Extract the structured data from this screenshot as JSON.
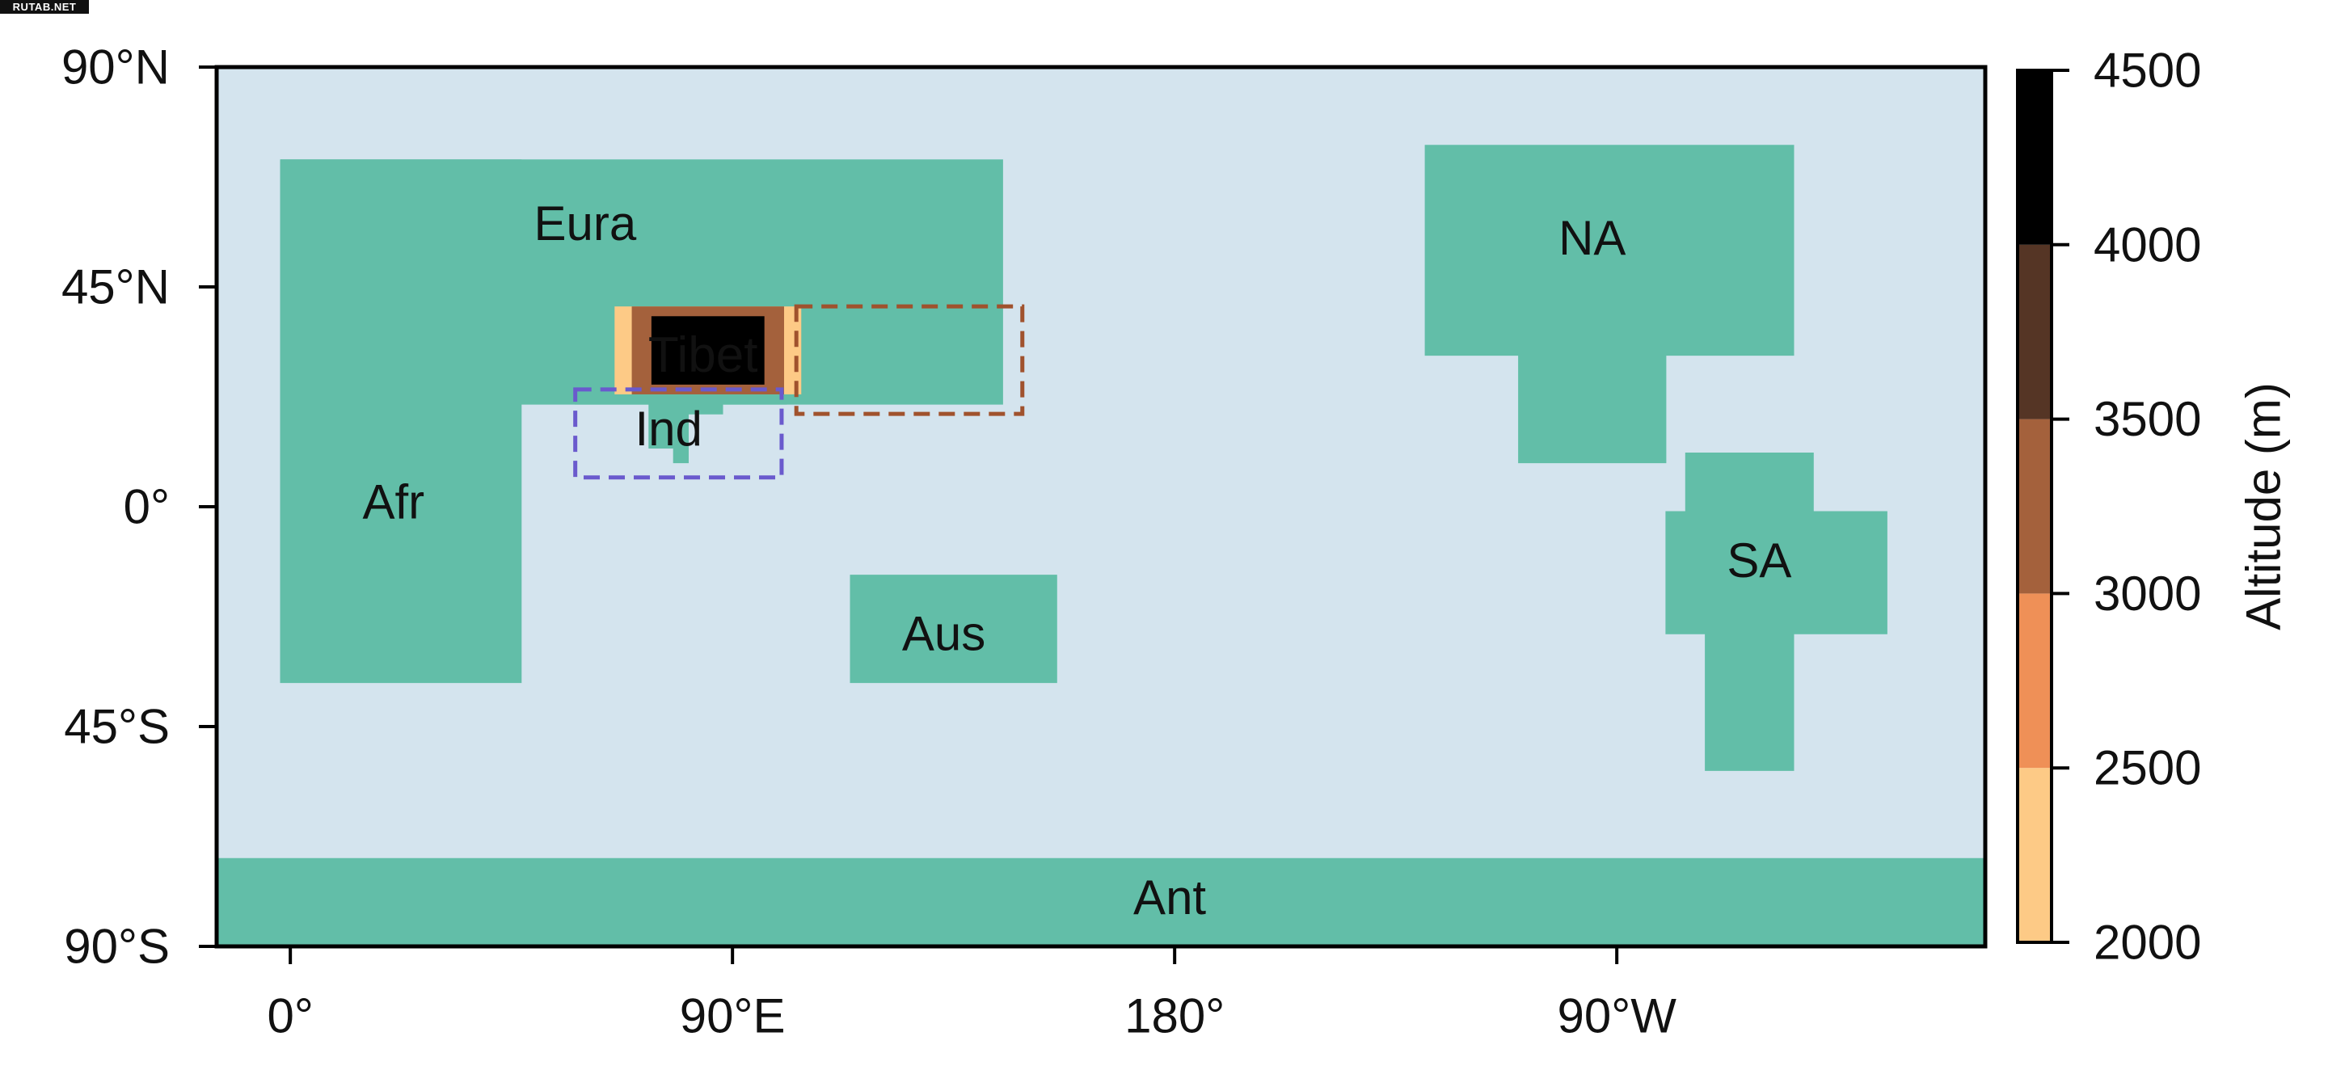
{
  "watermark": "RUTAB.NET",
  "chart_data": {
    "type": "map",
    "projection": "equirectangular",
    "lon_range": [
      -15,
      345
    ],
    "lat_range": [
      -90,
      90
    ],
    "ocean_color": "#d4e4ee",
    "land_color": "#62bea8",
    "x_ticks": [
      {
        "value": 0,
        "label": "0°"
      },
      {
        "value": 90,
        "label": "90°E"
      },
      {
        "value": 180,
        "label": "180°"
      },
      {
        "value": 270,
        "label": "90°W"
      }
    ],
    "y_ticks": [
      {
        "value": 90,
        "label": "90°N"
      },
      {
        "value": 45,
        "label": "45°N"
      },
      {
        "value": 0,
        "label": "0°"
      },
      {
        "value": -45,
        "label": "45°S"
      },
      {
        "value": -90,
        "label": "90°S"
      }
    ],
    "continents": [
      {
        "name": "Eura",
        "label_at": [
          60,
          58
        ],
        "label_color": "#111111",
        "polygons": [
          [
            [
              -2,
              71
            ],
            [
              145,
              71
            ],
            [
              145,
              21
            ],
            [
              47,
              21
            ],
            [
              47,
              71
            ]
          ]
        ]
      },
      {
        "name": "Afr",
        "label_at": [
          21,
          1
        ],
        "label_color": "#111111",
        "polygons": [
          [
            [
              -2,
              71
            ],
            [
              47,
              71
            ],
            [
              47,
              -36
            ],
            [
              -2,
              -36
            ]
          ]
        ]
      },
      {
        "name": "Ind",
        "label_at": [
          77,
          16
        ],
        "label_color": "#111111",
        "polygons": [
          [
            [
              58,
              23
            ],
            [
              101,
              23
            ],
            [
              101,
              21
            ],
            [
              88,
              21
            ],
            [
              88,
              19
            ],
            [
              81,
              19
            ],
            [
              81,
              9
            ],
            [
              78,
              9
            ],
            [
              78,
              12
            ],
            [
              73,
              12
            ],
            [
              73,
              21
            ],
            [
              58,
              21
            ]
          ]
        ]
      },
      {
        "name": "NA",
        "label_at": [
          265,
          55
        ],
        "label_color": "#111111",
        "polygons": [
          [
            [
              231,
              74
            ],
            [
              306,
              74
            ],
            [
              306,
              31
            ],
            [
              280,
              31
            ],
            [
              280,
              9
            ],
            [
              250,
              9
            ],
            [
              250,
              31
            ],
            [
              231,
              31
            ]
          ]
        ]
      },
      {
        "name": "SA",
        "label_at": [
          299,
          -11
        ],
        "label_color": "#111111",
        "polygons": [
          [
            [
              284,
              11
            ],
            [
              310,
              11
            ],
            [
              310,
              -1
            ],
            [
              325,
              -1
            ],
            [
              325,
              -26
            ],
            [
              306,
              -26
            ],
            [
              306,
              -54
            ],
            [
              288,
              -54
            ],
            [
              288,
              -26
            ],
            [
              280,
              -26
            ],
            [
              280,
              -1
            ],
            [
              284,
              -1
            ]
          ]
        ]
      },
      {
        "name": "Aus",
        "label_at": [
          133,
          -26
        ],
        "label_color": "#111111",
        "polygons": [
          [
            [
              114,
              -14
            ],
            [
              156,
              -14
            ],
            [
              156,
              -36
            ],
            [
              114,
              -36
            ]
          ]
        ]
      },
      {
        "name": "Ant",
        "label_at": [
          179,
          -80
        ],
        "label_color": "#111111",
        "polygons": [
          [
            [
              -15,
              -72
            ],
            [
              345,
              -72
            ],
            [
              345,
              -90
            ],
            [
              -15,
              -90
            ]
          ]
        ]
      }
    ],
    "plateau": {
      "name": "Tibet",
      "label_color": "#ffffff",
      "label_at": [
        84,
        31
      ],
      "bounds": {
        "lon": [
          66,
          104
        ],
        "lat": [
          23,
          41
        ]
      },
      "layers": [
        {
          "range": [
            2000,
            2500
          ],
          "inset_lon": 0,
          "inset_lat": 0
        },
        {
          "range": [
            3000,
            3500
          ],
          "inset_lon": 3.5,
          "inset_lat": 0
        },
        {
          "range": [
            4000,
            4500
          ],
          "inset_lon": 7.5,
          "inset_lat": 2
        }
      ]
    },
    "dashed_boxes": [
      {
        "name": "india-region",
        "color": "#6a5acd",
        "lon": [
          58,
          100
        ],
        "lat": [
          6,
          24
        ]
      },
      {
        "name": "east-asia-region",
        "color": "#a0522d",
        "lon": [
          103,
          149
        ],
        "lat": [
          19,
          41
        ]
      }
    ],
    "colorbar": {
      "label": "Altitude (m)",
      "vmin": 2000,
      "vmax": 4500,
      "ticks": [
        2000,
        2500,
        3000,
        3500,
        4000,
        4500
      ],
      "bins": [
        {
          "from": 2000,
          "to": 2500,
          "color": "#fdca86"
        },
        {
          "from": 2500,
          "to": 3000,
          "color": "#ef9057"
        },
        {
          "from": 3000,
          "to": 3500,
          "color": "#a4613c"
        },
        {
          "from": 3500,
          "to": 4000,
          "color": "#553525"
        },
        {
          "from": 4000,
          "to": 4500,
          "color": "#000000"
        }
      ]
    }
  }
}
